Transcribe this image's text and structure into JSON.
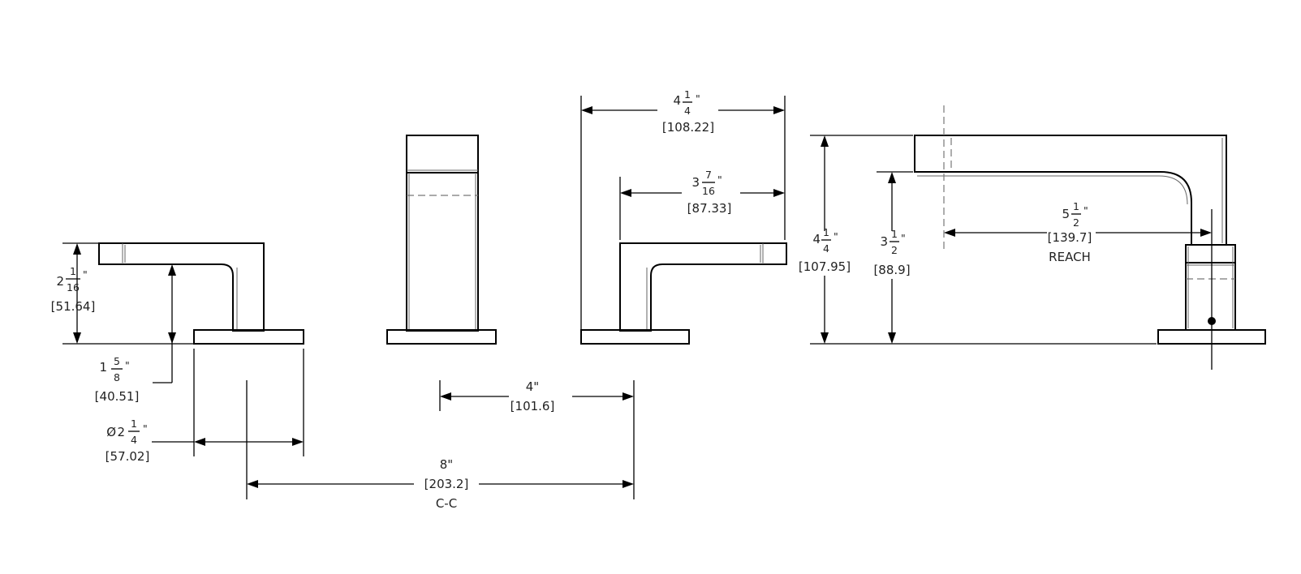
{
  "dimensions": {
    "handle_height": {
      "whole": "2",
      "num": "1",
      "den": "16",
      "mark": "\"",
      "metric": "[51.64]"
    },
    "handle_arm": {
      "whole": "1",
      "num": "5",
      "den": "8",
      "mark": "\"",
      "metric": "[40.51]"
    },
    "base_diameter": {
      "symbol": "Ø",
      "whole": "2",
      "num": "1",
      "den": "4",
      "mark": "\"",
      "metric": "[57.02]"
    },
    "center_spacing": {
      "value": "8\"",
      "metric": "[203.2]",
      "note": "C-C"
    },
    "handle_offset": {
      "value": "4\"",
      "metric": "[101.6]"
    },
    "handle_length": {
      "whole": "4",
      "num": "1",
      "den": "4",
      "mark": "\"",
      "metric": "[108.22]"
    },
    "lever_length": {
      "whole": "3",
      "num": "7",
      "den": "16",
      "mark": "\"",
      "metric": "[87.33]"
    },
    "spout_height": {
      "whole": "4",
      "num": "1",
      "den": "4",
      "mark": "\"",
      "metric": "[107.95]"
    },
    "spout_clearance": {
      "whole": "3",
      "num": "1",
      "den": "2",
      "mark": "\"",
      "metric": "[88.9]"
    },
    "spout_reach": {
      "whole": "5",
      "num": "1",
      "den": "2",
      "mark": "\"",
      "metric": "[139.7]",
      "note": "REACH"
    }
  }
}
